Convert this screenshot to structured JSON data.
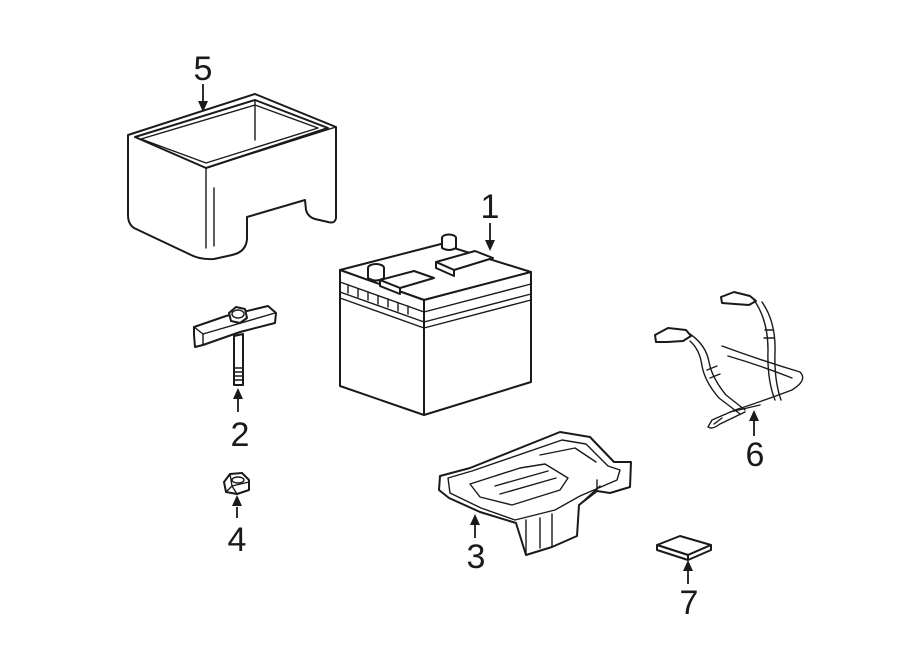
{
  "callouts": {
    "battery": "1",
    "hold_down_bolt": "2",
    "battery_tray": "3",
    "nut": "4",
    "insulator_box": "5",
    "cables": "6",
    "pad": "7"
  }
}
